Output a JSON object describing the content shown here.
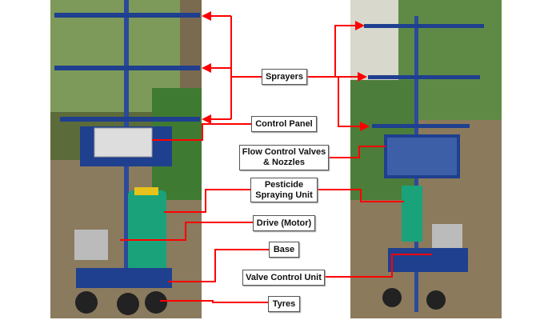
{
  "labels": {
    "sprayers": "Sprayers",
    "control_panel": "Control Panel",
    "flow_valves_line1": "Flow Control Valves",
    "flow_valves_line2": "& Nozzles",
    "pesticide_line1": "Pesticide",
    "pesticide_line2": "Spraying Unit",
    "drive": "Drive (Motor)",
    "base": "Base",
    "valve_control": "Valve Control Unit",
    "tyres": "Tyres"
  },
  "colors": {
    "leader": "#ff0000",
    "frame": "#1f3f8f",
    "tank": "#1aa37a"
  }
}
